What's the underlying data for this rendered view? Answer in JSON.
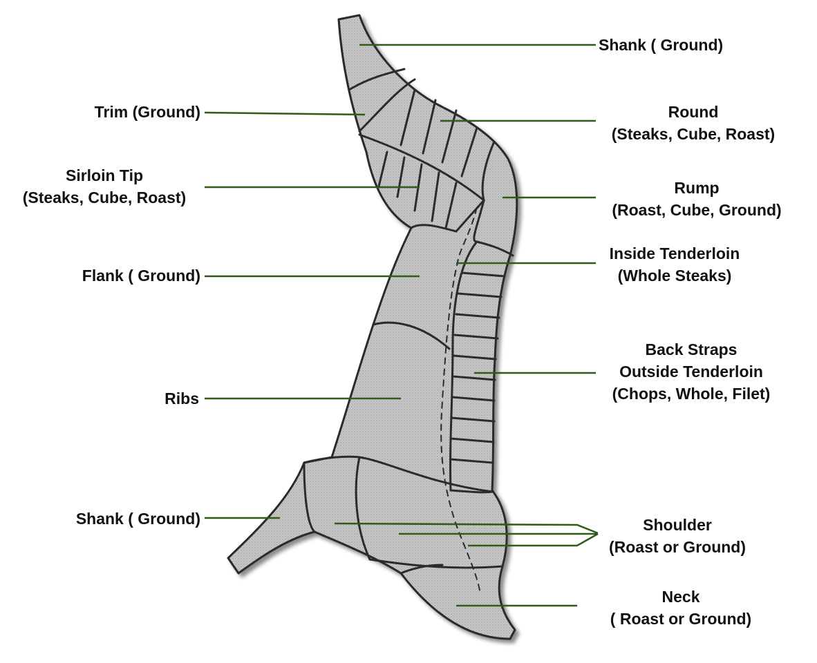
{
  "colors": {
    "background": "#ffffff",
    "body_fill": "#c8c8c8",
    "outline": "#2b2b2b",
    "leader_line": "#2f5a17",
    "text": "#111111"
  },
  "labels": {
    "shank_top": "Shank ( Ground)",
    "trim": "Trim (Ground)",
    "round": {
      "line1": "Round",
      "line2": "(Steaks, Cube, Roast)"
    },
    "sirloin_tip": {
      "line1": "Sirloin Tip",
      "line2": "(Steaks, Cube, Roast)"
    },
    "rump": {
      "line1": "Rump",
      "line2": "(Roast, Cube, Ground)"
    },
    "inside_tenderloin": {
      "line1": "Inside Tenderloin",
      "line2": "(Whole Steaks)"
    },
    "flank": "Flank ( Ground)",
    "back_straps": {
      "line1": "Back Straps",
      "line2": "Outside Tenderloin",
      "line3": "(Chops, Whole, Filet)"
    },
    "ribs": "Ribs",
    "shank_bottom": "Shank ( Ground)",
    "shoulder": {
      "line1": "Shoulder",
      "line2": "(Roast or Ground)"
    },
    "neck": {
      "line1": "Neck",
      "line2": "( Roast or Ground)"
    }
  }
}
